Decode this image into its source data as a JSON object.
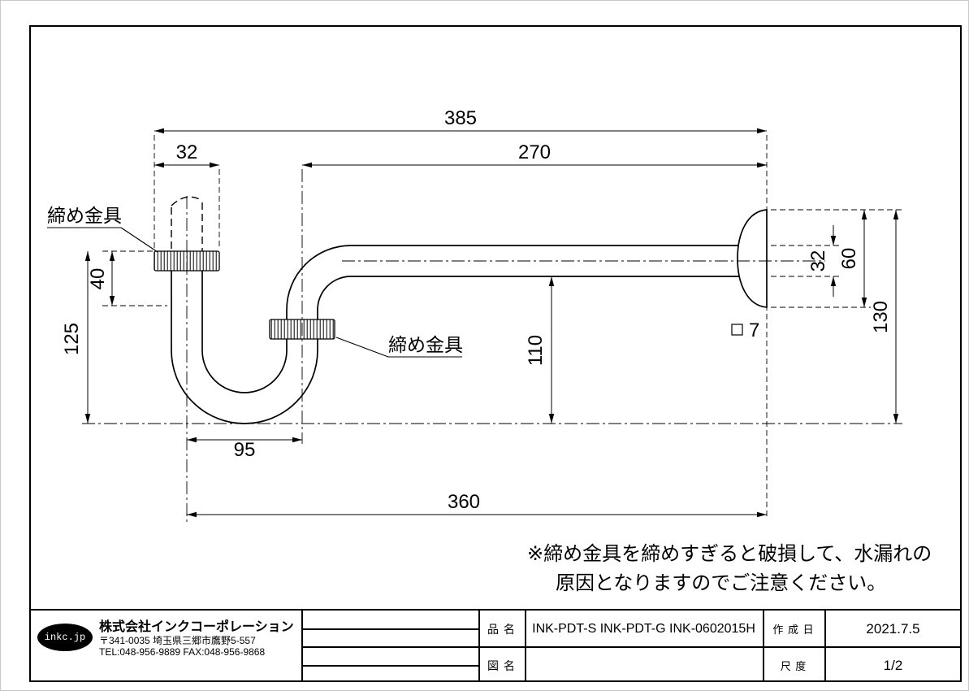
{
  "drawing": {
    "dims": {
      "d385": "385",
      "d270": "270",
      "d32_top": "32",
      "d40": "40",
      "d125": "125",
      "d95": "95",
      "d360": "360",
      "d110": "110",
      "d32_right": "32",
      "d60": "60",
      "d130": "130",
      "d7": "7"
    },
    "labels": {
      "clamp_upper": "締め金具",
      "clamp_lower": "締め金具"
    },
    "note": {
      "line1": "※締め金具を締めすぎると破損して、水漏れの",
      "line2": "原因となりますのでご注意ください。"
    }
  },
  "title_block": {
    "logo_text": "inkc.jp",
    "company_name": "株式会社インクコーポレーション",
    "company_address": "〒341-0035 埼玉県三郷市鷹野5-557",
    "company_tel": "TEL:048-956-9889 FAX:048-956-9868",
    "part_name_label": "品 名",
    "part_name_value": "INK-PDT-S INK-PDT-G INK-0602015H",
    "drawing_name_label": "図 名",
    "drawing_name_value": "",
    "date_label": "作 成 日",
    "date_value": "2021.7.5",
    "scale_label": "尺 度",
    "scale_value": "1/2"
  }
}
